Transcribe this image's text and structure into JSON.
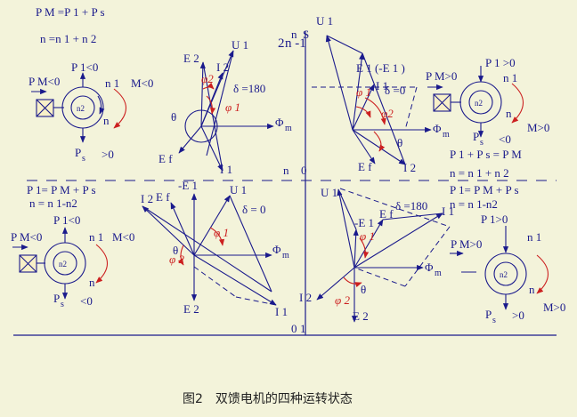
{
  "caption": "图2　双馈电机的四种运转状态",
  "eq_top_1": "P M =P 1 + P s",
  "eq_top_2": "n =n 1 + n 2",
  "eq_right_1": "P 1 + P s = P M",
  "eq_right_2": "n = n 1 + n 2",
  "eq_right_3": "P 1= P M + P s",
  "eq_right_4": "n = n 1-n2",
  "eq_left_1": "P 1= P M + P s",
  "eq_left_2": "n = n 1-n2",
  "axis": {
    "S": "S",
    "n_top": "n",
    "two": "2",
    "n_minus1": "n -1",
    "zero_n": "n",
    "zero": "0",
    "zero_bottom": "0",
    "one": "1",
    "n_axis_a": "n",
    "n_axis_b": "2"
  },
  "q1": {
    "PM": "P M<0",
    "P1": "P 1<0",
    "n1": "n 1",
    "M": "M<0",
    "n": "n",
    "Ps": "P",
    "Ps_sub": "s",
    "Ps_val": ">0",
    "rotor": "n2",
    "E2": "E 2",
    "U1": "U 1",
    "I2": "I 2",
    "phi2": "φ2",
    "phi1": "φ 1",
    "theta": "θ",
    "delta": "δ =180",
    "Phi": "Φ",
    "Phi_sub": "m",
    "Ef": "E f",
    "I1": "I 1"
  },
  "q2": {
    "U1": "U 1",
    "E1n": "E 1 (-E 1 )",
    "I1": "I 1",
    "delta": "δ =0",
    "phi1": "φ 1",
    "phi2": "φ2",
    "Phi": "Φ",
    "Phi_sub": "m",
    "theta": "θ",
    "Ef": "E f",
    "I2": "I 2",
    "PM": "P M>0",
    "P1": "P 1 >0",
    "n1": "n 1",
    "n": "n",
    "M": "M>0",
    "Ps": "P",
    "Ps_sub": "s",
    "Ps_val": "<0",
    "rotor": "n2"
  },
  "q3": {
    "minusE1": "-E 1",
    "U1": "U 1",
    "I2": "I 2",
    "Ef": "E f",
    "delta": "δ =  0",
    "phi1": "φ 1",
    "phi2": "φ 2",
    "theta": "θ",
    "Phi": "Φ",
    "Phi_sub": "m",
    "E2": "E 2",
    "I1": "I 1",
    "P1": "P 1<0",
    "PM": "P M<0",
    "n1": "n 1",
    "M": "M<0",
    "n": "n",
    "Ps": "P",
    "Ps_sub": "s",
    "Ps_val": "<0",
    "rotor": "n2"
  },
  "q4": {
    "U1": "U 1",
    "minusE1": "-E 1",
    "Ef": "E f",
    "delta": "δ =180",
    "I1": "I 1",
    "phi1": "φ 1",
    "phi2": "φ 2",
    "theta": "θ",
    "Phi": "Φ",
    "Phi_sub": "m",
    "I2": "I 2",
    "E2": "E 2",
    "P1": "P 1>0",
    "PM": "P M>0",
    "n1": "n 1",
    "n": "n",
    "M": "M>0",
    "Ps": "P",
    "Ps_sub": "s",
    "Ps_val": ">0",
    "rotor": "n2"
  }
}
